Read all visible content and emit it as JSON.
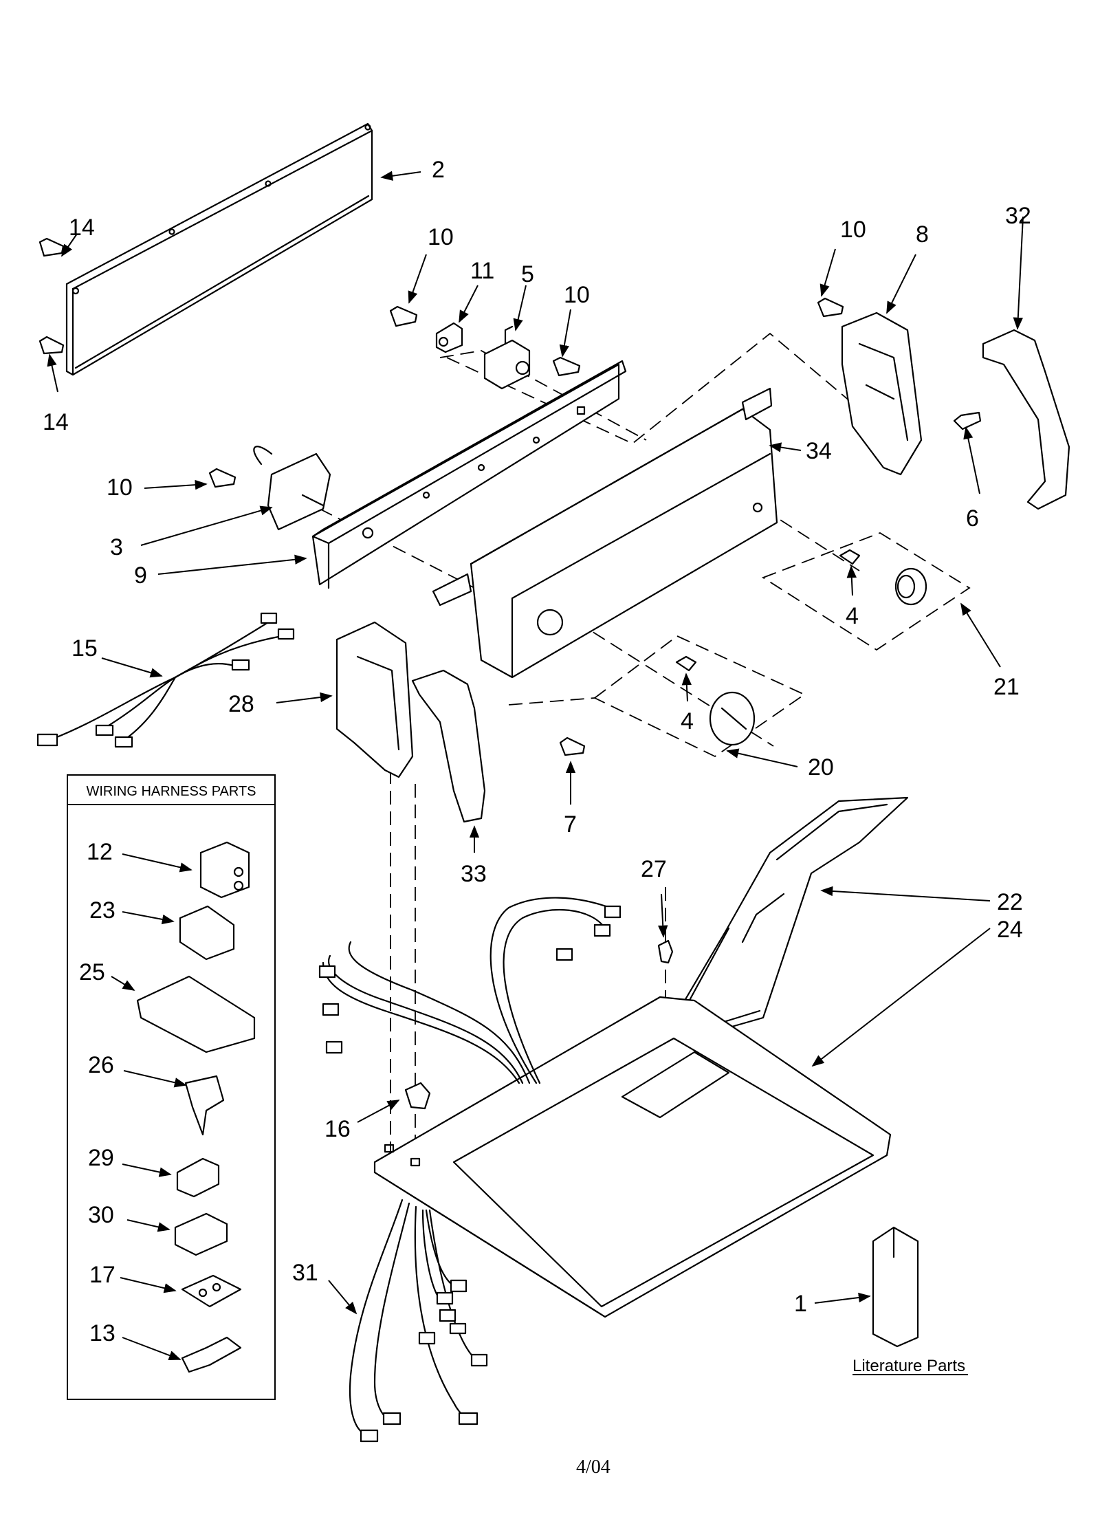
{
  "callouts": [
    {
      "id": "c2",
      "text": "2"
    },
    {
      "id": "c14a",
      "text": "14"
    },
    {
      "id": "c14b",
      "text": "14"
    },
    {
      "id": "c10a",
      "text": "10"
    },
    {
      "id": "c11",
      "text": "11"
    },
    {
      "id": "c5",
      "text": "5"
    },
    {
      "id": "c10b",
      "text": "10"
    },
    {
      "id": "c10c",
      "text": "10"
    },
    {
      "id": "c8",
      "text": "8"
    },
    {
      "id": "c32",
      "text": "32"
    },
    {
      "id": "c34",
      "text": "34"
    },
    {
      "id": "c10d",
      "text": "10"
    },
    {
      "id": "c3",
      "text": "3"
    },
    {
      "id": "c9",
      "text": "9"
    },
    {
      "id": "c6",
      "text": "6"
    },
    {
      "id": "c15",
      "text": "15"
    },
    {
      "id": "c4a",
      "text": "4"
    },
    {
      "id": "c21",
      "text": "21"
    },
    {
      "id": "c28",
      "text": "28"
    },
    {
      "id": "c4b",
      "text": "4"
    },
    {
      "id": "c20",
      "text": "20"
    },
    {
      "id": "c7",
      "text": "7"
    },
    {
      "id": "c33",
      "text": "33"
    },
    {
      "id": "c27",
      "text": "27"
    },
    {
      "id": "c22",
      "text": "22"
    },
    {
      "id": "c24",
      "text": "24"
    },
    {
      "id": "c16",
      "text": "16"
    },
    {
      "id": "c31",
      "text": "31"
    },
    {
      "id": "c1",
      "text": "1"
    },
    {
      "id": "c12",
      "text": "12"
    },
    {
      "id": "c23",
      "text": "23"
    },
    {
      "id": "c25",
      "text": "25"
    },
    {
      "id": "c26",
      "text": "26"
    },
    {
      "id": "c29",
      "text": "29"
    },
    {
      "id": "c30",
      "text": "30"
    },
    {
      "id": "c17",
      "text": "17"
    },
    {
      "id": "c13",
      "text": "13"
    }
  ],
  "wiring_box_title": "WIRING HARNESS PARTS",
  "literature_label": "Literature Parts",
  "footer_date": "4/04"
}
